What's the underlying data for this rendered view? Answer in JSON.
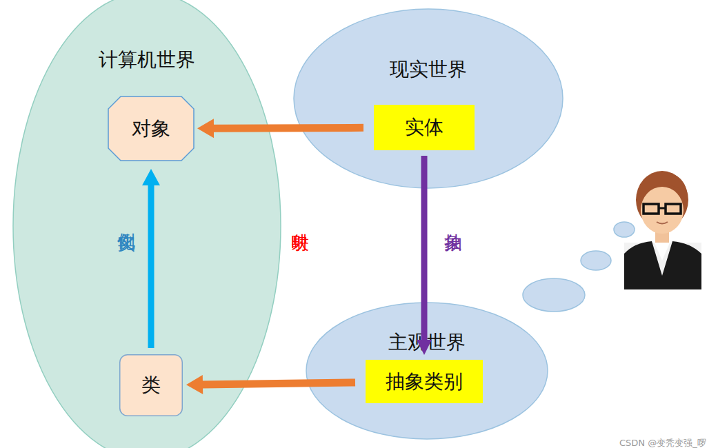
{
  "diagram": {
    "nodes": [
      {
        "text": [
          "计算机世界"
        ]
      },
      {
        "text": [
          "对象"
        ],
        "in": 0
      },
      {
        "text": [
          "类"
        ],
        "in": 0
      },
      {
        "text": [
          "现实世界"
        ]
      },
      {
        "text": [
          "实体"
        ],
        "in": 3
      },
      {
        "text": [
          "主观世界"
        ]
      },
      {
        "text": [
          "抽象类别"
        ],
        "in": 5
      }
    ],
    "edges": [
      {
        "from": 4,
        "to": 1,
        "arrow": "to"
      },
      {
        "from": 6,
        "to": 2,
        "arrow": "to"
      },
      {
        "from": 4,
        "to": 6,
        "label": "抽象",
        "arrow": "to"
      },
      {
        "from": 2,
        "to": 1,
        "label": "实例化",
        "arrow": "to"
      }
    ],
    "labels": [
      "映射",
      "CSDN @变秃变强_啰"
    ]
  }
}
